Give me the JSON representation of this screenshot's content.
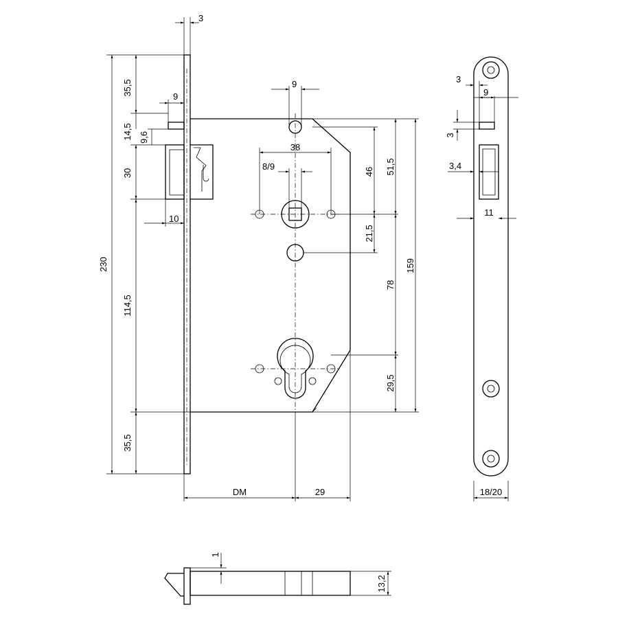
{
  "drawing": {
    "front_view": {
      "dims": {
        "faceplate_thickness": "3",
        "top_offset": "35,5",
        "latch_depth": "9",
        "latch_gap": "14,5",
        "latch_offset": "9,6",
        "latch_height": "30",
        "bolt_depth": "10",
        "lower_section": "114,5",
        "bottom_offset": "35,5",
        "total_height": "230",
        "hole_top_width": "9",
        "fixing_spacing": "38",
        "follower": "8/9",
        "to_follower": "46",
        "to_follower_from_top": "51,5",
        "follower_to_hole": "21,5",
        "follower_to_cylinder": "78",
        "case_height": "159",
        "cylinder_lower": "29,5",
        "backset": "DM",
        "case_tail": "29"
      }
    },
    "side_view": {
      "dims": {
        "latch_offset_small": "3",
        "latch_depth": "9",
        "latch_gap_small": "3",
        "latch_width": "3,4",
        "width": "11",
        "faceplate_width": "18/20"
      }
    },
    "bottom_view": {
      "dims": {
        "offset": "1",
        "thickness": "13,2"
      }
    }
  }
}
